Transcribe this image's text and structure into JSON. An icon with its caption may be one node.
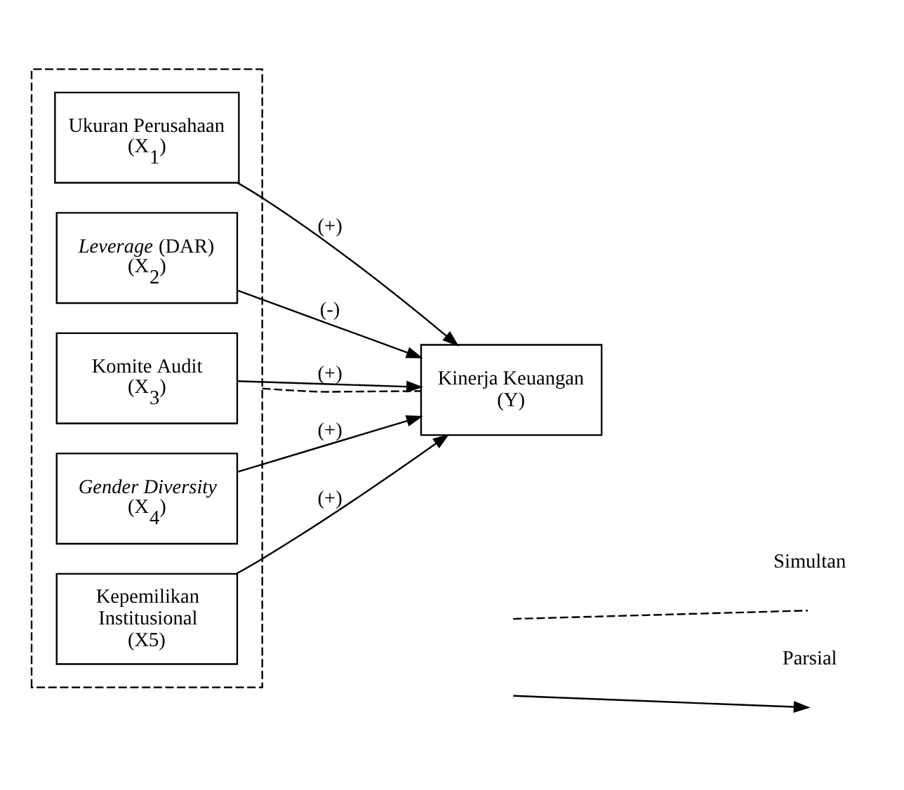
{
  "diagram": {
    "nodes": [
      {
        "text": [],
        "shape": "box"
      },
      {
        "text": [
          "Ukuran Perusahaan (X$_{1}$)"
        ],
        "in": 0
      },
      {
        "text": [
          "*Leverage* (DAR) (X$_{2}$)"
        ],
        "in": 0
      },
      {
        "text": [
          "Komite Audit (X$_{3}$)"
        ],
        "in": 0
      },
      {
        "text": [
          "Gender Diversity (X$_{4}$)"
        ],
        "in": 0
      },
      {
        "text": [
          "Kepemilikan Institusional (X5)"
        ],
        "in": 0
      },
      {
        "text": [
          "Kinerja Keuangan (Y)"
        ]
      }
    ],
    "edges": [
      {
        "from": 1,
        "to": 6,
        "arrow": "to",
        "label": "(+)"
      },
      {
        "from": 2,
        "to": 6,
        "arrow": "to",
        "label": "(-)"
      },
      {
        "from": 3,
        "to": 6,
        "arrow": "to",
        "label": "(+)"
      },
      {
        "from": 4,
        "to": 6,
        "arrow": "to",
        "label": "(+)"
      },
      {
        "from": 5,
        "to": 6,
        "arrow": "to",
        "label": "(+)"
      },
      {
        "from": 0,
        "to": 6,
        "arrow": "none",
        "style": "dashed"
      }
    ],
    "legend": [
      {
        "text": "Simultan"
      },
      {
        "text": "Parsial"
      }
    ]
  }
}
